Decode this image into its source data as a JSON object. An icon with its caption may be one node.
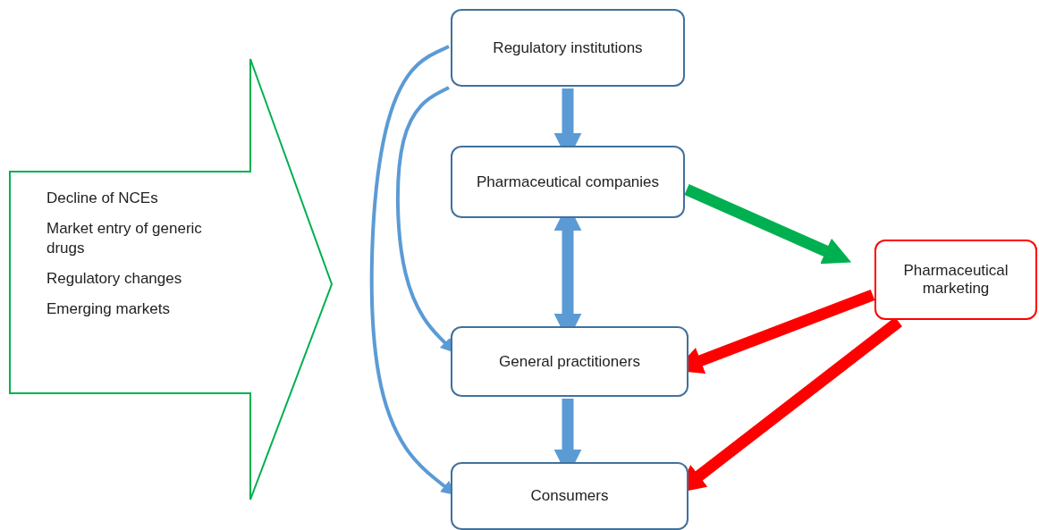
{
  "diagram": {
    "nodes": [
      {
        "text": [
          "Decline of NCEs",
          "Market entry of generic drugs",
          "Regulatory changes",
          "Emerging markets"
        ]
      },
      {
        "text": [
          "Regulatory institutions"
        ]
      },
      {
        "text": [
          "Pharmaceutical companies"
        ]
      },
      {
        "text": [
          "General practitioners"
        ]
      },
      {
        "text": [
          "Consumers"
        ]
      },
      {
        "text": [
          "Pharmaceutical marketing"
        ]
      }
    ],
    "edges": [
      {
        "from": 1,
        "to": 2,
        "arrow": "to"
      },
      {
        "from": 2,
        "to": 3,
        "arrow": "both"
      },
      {
        "from": 3,
        "to": 4,
        "arrow": "to"
      },
      {
        "from": 1,
        "to": 3,
        "arrow": "to"
      },
      {
        "from": 1,
        "to": 4,
        "arrow": "to"
      },
      {
        "from": 2,
        "to": 5,
        "arrow": "to",
        "color": "#00b050"
      },
      {
        "from": 5,
        "to": 3,
        "arrow": "to",
        "color": "#ff0000"
      },
      {
        "from": 5,
        "to": 4,
        "arrow": "to",
        "color": "#ff0000"
      }
    ]
  }
}
